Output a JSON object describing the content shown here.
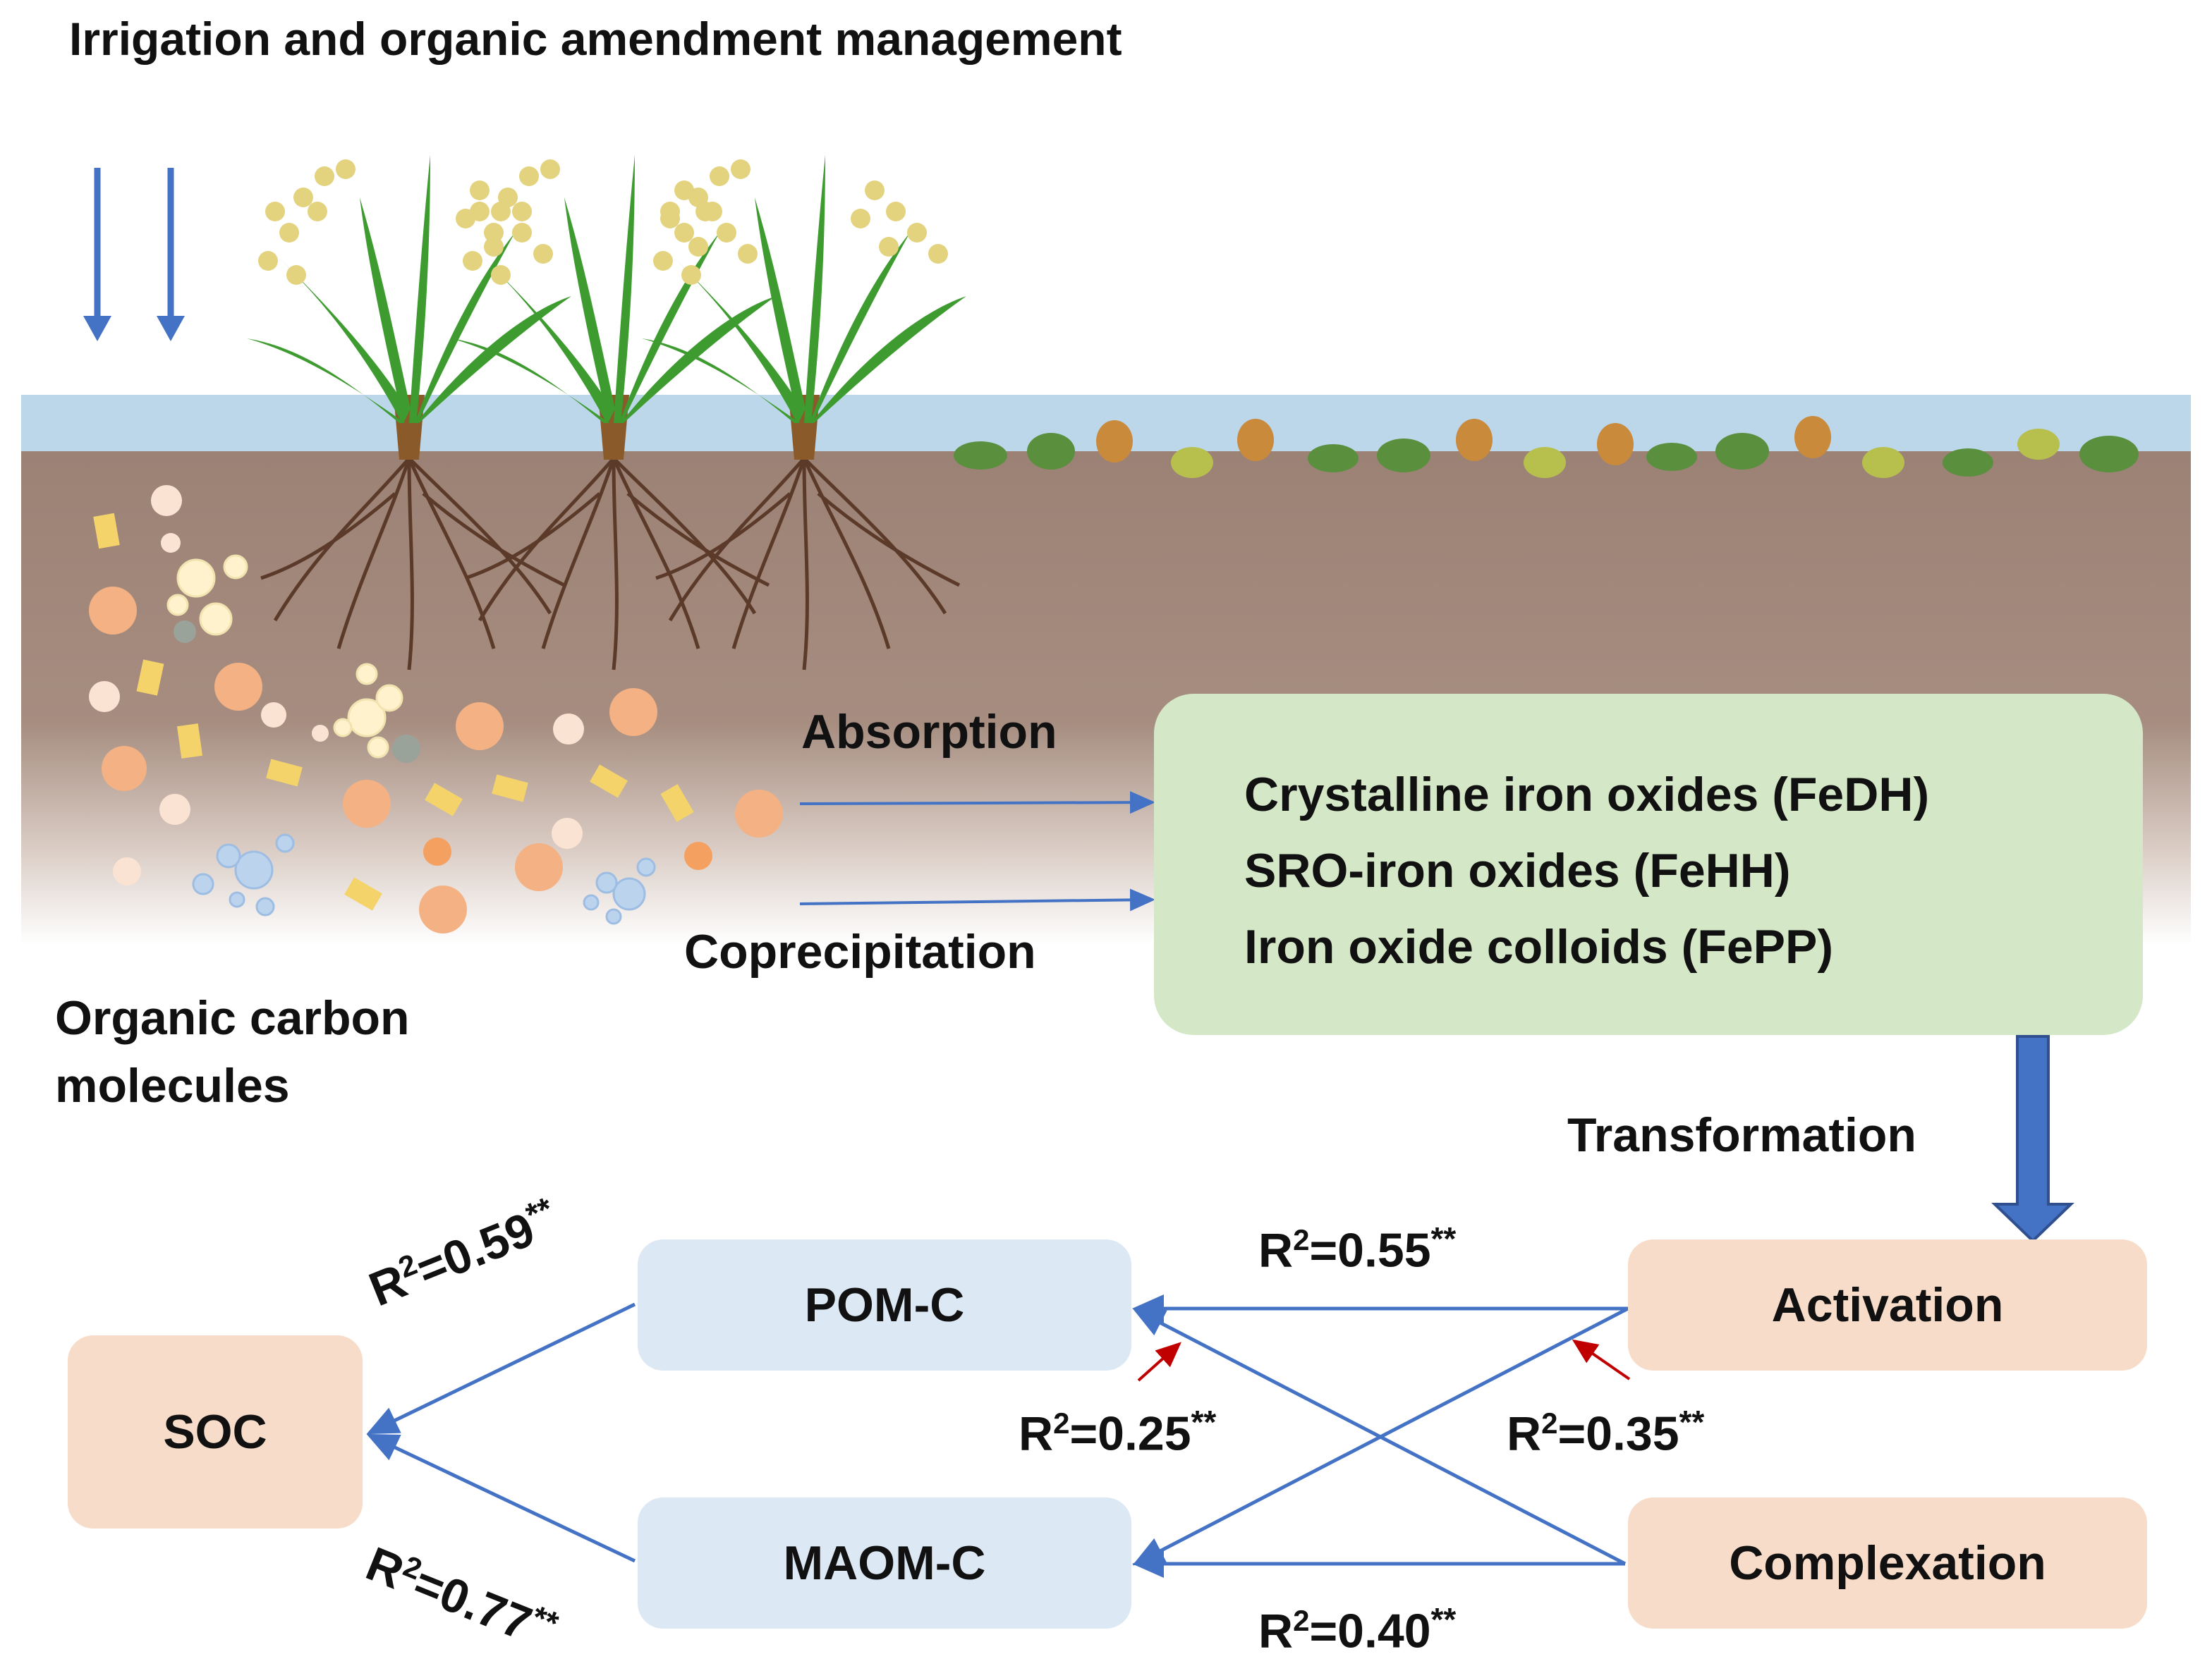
{
  "title": "Irrigation and organic amendment management",
  "labels": {
    "absorption": "Absorption",
    "coprecipitation": "Coprecipitation",
    "organic_carbon_line1": "Organic carbon",
    "organic_carbon_line2": "molecules",
    "transformation": "Transformation"
  },
  "iron_oxides": [
    "Crystalline iron oxides (FeDH)",
    "SRO-iron oxides (FeHH)",
    "Iron oxide colloids (FePP)"
  ],
  "nodes": {
    "soc": "SOC",
    "pom_c": "POM-C",
    "maom_c": "MAOM-C",
    "activation": "Activation",
    "complexation": "Complexation"
  },
  "stats": {
    "pom_soc": {
      "prefix": "R",
      "exp": "2",
      "value": "=0.59",
      "sig": "**"
    },
    "maom_soc": {
      "prefix": "R",
      "exp": "2",
      "value": "=0.77",
      "sig": "**"
    },
    "top": {
      "prefix": "R",
      "exp": "2",
      "value": "=0.55",
      "sig": "**"
    },
    "bottom": {
      "prefix": "R",
      "exp": "2",
      "value": "=0.40",
      "sig": "**"
    },
    "left_mid": {
      "prefix": "R",
      "exp": "2",
      "value": "=0.25",
      "sig": "**"
    },
    "right_mid": {
      "prefix": "R",
      "exp": "2",
      "value": "=0.35",
      "sig": "**"
    }
  },
  "colors": {
    "water": "#bcd6ea",
    "soil": "#9c8275",
    "iron_box": "#d4e8c8",
    "node_peach": "#f7dcc9",
    "node_blue": "#dde8f5",
    "arrow_blue": "#4472c4",
    "arrow_red": "#c00000"
  }
}
